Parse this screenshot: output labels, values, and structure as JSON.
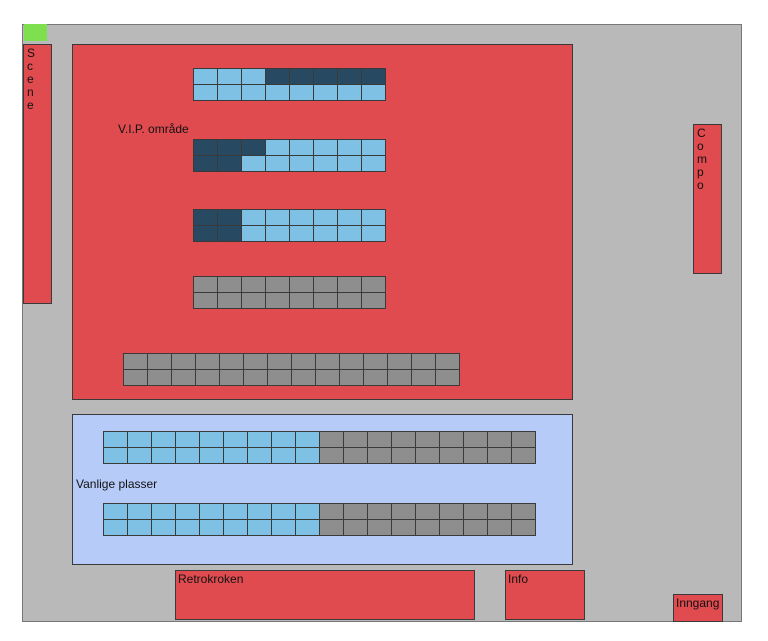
{
  "labels": {
    "scene": "S\nc\ne\nn\ne",
    "compo": "C\no\nm\np\no",
    "vip": "V.I.P. område",
    "regular": "Vanlige plasser",
    "retro": "Retrokroken",
    "info": "Info",
    "entrance": "Inngang"
  },
  "colors": {
    "available": "#7ec1e5",
    "booked": "#274a62",
    "disabled": "#8e8e8e",
    "zone_red": "#e04b4f",
    "zone_blue": "#b7cbf9"
  },
  "rows": [
    {
      "name": "vip-row-1",
      "cols": 8,
      "top": [
        "a",
        "a",
        "a",
        "b",
        "b",
        "b",
        "b",
        "b"
      ],
      "bottom": [
        "a",
        "a",
        "a",
        "a",
        "a",
        "a",
        "a",
        "a"
      ]
    },
    {
      "name": "vip-row-2",
      "cols": 8,
      "top": [
        "b",
        "b",
        "b",
        "a",
        "a",
        "a",
        "a",
        "a"
      ],
      "bottom": [
        "b",
        "b",
        "a",
        "a",
        "a",
        "a",
        "a",
        "a"
      ]
    },
    {
      "name": "vip-row-3",
      "cols": 8,
      "top": [
        "b",
        "b",
        "a",
        "a",
        "a",
        "a",
        "a",
        "a"
      ],
      "bottom": [
        "b",
        "b",
        "a",
        "a",
        "a",
        "a",
        "a",
        "a"
      ]
    },
    {
      "name": "vip-row-4",
      "cols": 8,
      "top": [
        "t",
        "t",
        "t",
        "t",
        "t",
        "t",
        "t",
        "t"
      ],
      "bottom": [
        "t",
        "t",
        "t",
        "t",
        "t",
        "t",
        "t",
        "t"
      ]
    },
    {
      "name": "vip-row-5",
      "cols": 14,
      "top": [
        "t",
        "t",
        "t",
        "t",
        "t",
        "t",
        "t",
        "t",
        "t",
        "t",
        "t",
        "t",
        "t",
        "t"
      ],
      "bottom": [
        "t",
        "t",
        "t",
        "t",
        "t",
        "t",
        "t",
        "t",
        "t",
        "t",
        "t",
        "t",
        "t",
        "t"
      ]
    },
    {
      "name": "regular-row-1",
      "cols": 18,
      "top": [
        "a",
        "a",
        "a",
        "a",
        "a",
        "a",
        "a",
        "a",
        "a",
        "t",
        "t",
        "t",
        "t",
        "t",
        "t",
        "t",
        "t",
        "t"
      ],
      "bottom": [
        "a",
        "a",
        "a",
        "a",
        "a",
        "a",
        "a",
        "a",
        "a",
        "t",
        "t",
        "t",
        "t",
        "t",
        "t",
        "t",
        "t",
        "t"
      ]
    },
    {
      "name": "regular-row-2",
      "cols": 18,
      "top": [
        "a",
        "a",
        "a",
        "a",
        "a",
        "a",
        "a",
        "a",
        "a",
        "t",
        "t",
        "t",
        "t",
        "t",
        "t",
        "t",
        "t",
        "t"
      ],
      "bottom": [
        "a",
        "a",
        "a",
        "a",
        "a",
        "a",
        "a",
        "a",
        "a",
        "t",
        "t",
        "t",
        "t",
        "t",
        "t",
        "t",
        "t",
        "t"
      ]
    }
  ]
}
